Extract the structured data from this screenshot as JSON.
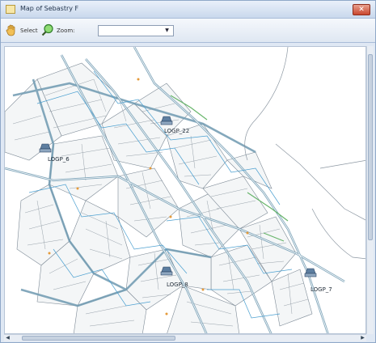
{
  "window": {
    "title": "Map of Sebastry F"
  },
  "toolbar": {
    "select_label": "Select",
    "zoom_label": "Zoom:",
    "zoom_value": ""
  },
  "map": {
    "markers": [
      {
        "id": "m1",
        "label": "LOGP_22"
      },
      {
        "id": "m2",
        "label": "LOGP_6"
      },
      {
        "id": "m3",
        "label": "LOGP_8"
      },
      {
        "id": "m4",
        "label": "LOGP_7"
      }
    ]
  },
  "colors": {
    "road": "#6f9ab1",
    "parcel": "#7d8a96",
    "pipe": "#4a9fd0",
    "green": "#67b56a",
    "accent_orange": "#e59a3a"
  }
}
